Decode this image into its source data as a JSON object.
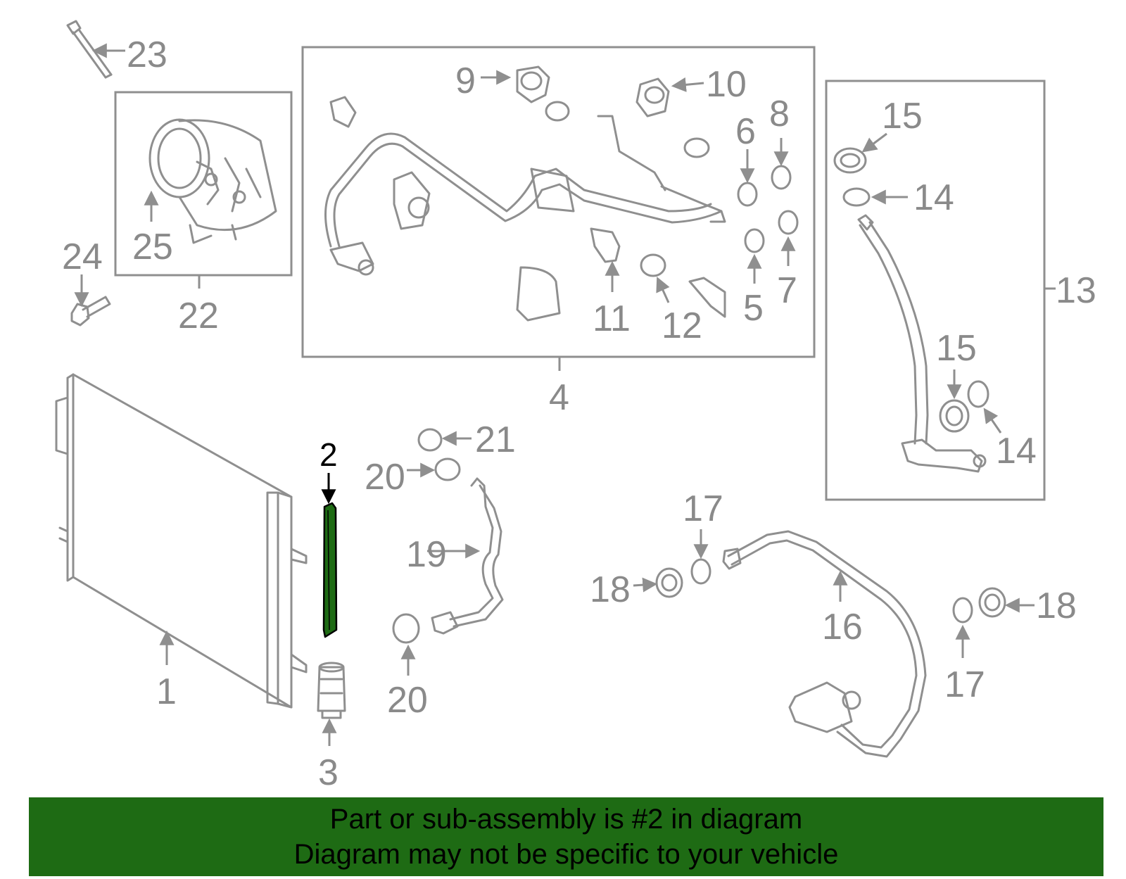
{
  "callouts": {
    "c1": "1",
    "c2": "2",
    "c3": "3",
    "c4": "4",
    "c5": "5",
    "c6": "6",
    "c7": "7",
    "c8": "8",
    "c9": "9",
    "c10": "10",
    "c11": "11",
    "c12": "12",
    "c13": "13",
    "c14a": "14",
    "c14b": "14",
    "c15a": "15",
    "c15b": "15",
    "c16": "16",
    "c17a": "17",
    "c17b": "17",
    "c18a": "18",
    "c18b": "18",
    "c19": "19",
    "c20a": "20",
    "c20b": "20",
    "c21": "21",
    "c22": "22",
    "c23": "23",
    "c24": "24",
    "c25": "25"
  },
  "highlight_color": "#1e6b14",
  "banner": {
    "line1": "Part or sub-assembly is #2 in diagram",
    "line2": "Diagram may not be specific to your vehicle"
  }
}
